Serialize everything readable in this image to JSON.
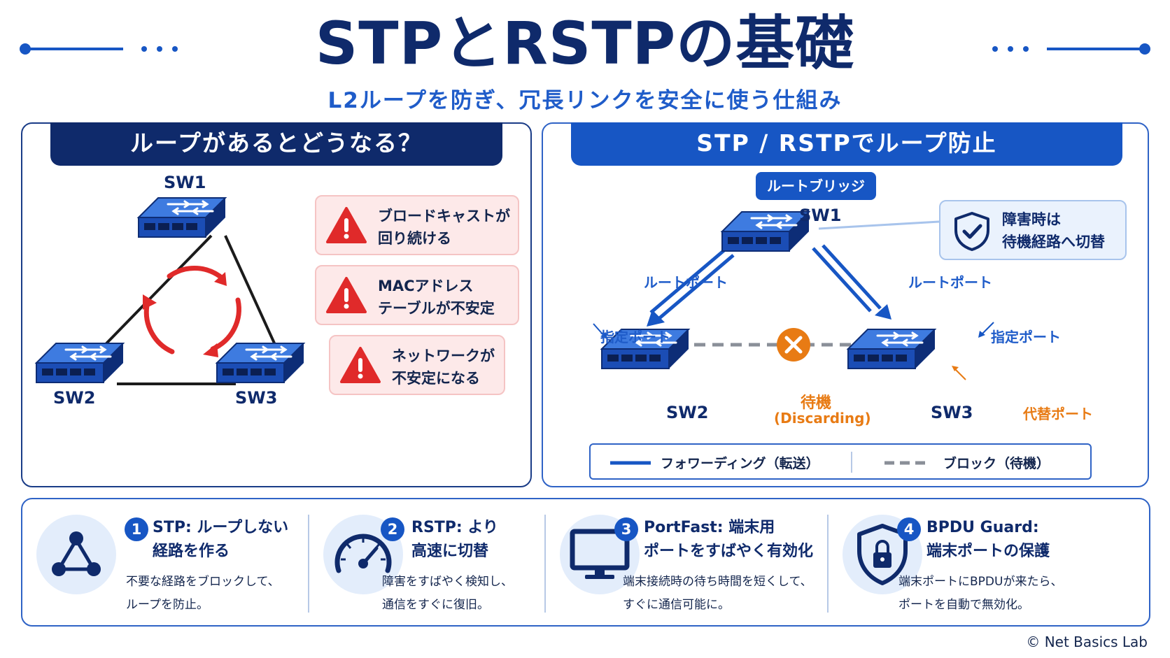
{
  "title": "STPとRSTPの基礎",
  "subtitle": "L2ループを防ぎ、冗長リンクを安全に使う仕組み",
  "left": {
    "header": "ループがあるとどうなる？",
    "switches": [
      "SW1",
      "SW2",
      "SW3"
    ],
    "warnings": [
      {
        "text": "ブロードキャストが\n回り続ける"
      },
      {
        "text": "MACアドレス\nテーブルが不安定"
      },
      {
        "text": "ネットワークが\n不安定になる"
      }
    ]
  },
  "right": {
    "header": "STP / RSTPでループ防止",
    "root_badge": "ルートブリッジ",
    "switches": [
      "SW1",
      "SW2",
      "SW3"
    ],
    "root_port_left": "ルートポート",
    "root_port_right": "ルートポート",
    "designated_left": "指定ポート",
    "designated_right": "指定ポート",
    "standby": "待機",
    "discarding": "(Discarding)",
    "alternate": "代替ポート",
    "failover": "障害時は\n待機経路へ切替",
    "legend": {
      "forwarding": "フォワーディング（転送）",
      "block": "ブロック（待機）"
    }
  },
  "features": [
    {
      "num": "1",
      "head": "STP: ループしない\n経路を作る",
      "desc": "不要な経路をブロックして、\nループを防止。",
      "icon": "triangle-network-icon"
    },
    {
      "num": "2",
      "head": "RSTP: より\n高速に切替",
      "desc": "障害をすばやく検知し、\n通信をすぐに復旧。",
      "icon": "speedometer-icon"
    },
    {
      "num": "3",
      "head": "PortFast: 端末用\nポートをすばやく有効化",
      "desc": "端末接続時の待ち時間を短くして、\nすぐに通信可能に。",
      "icon": "monitor-icon"
    },
    {
      "num": "4",
      "head": "BPDU Guard:\n端末ポートの保護",
      "desc": "端末ポートにBPDUが来たら、\nポートを自動で無効化。",
      "icon": "shield-lock-icon"
    }
  ],
  "copyright": "© Net Basics Lab",
  "colors": {
    "navy": "#0f2a6b",
    "blue": "#1756c4",
    "red": "#e02a2a",
    "orange": "#e87b14",
    "gray": "#8a8f98"
  }
}
